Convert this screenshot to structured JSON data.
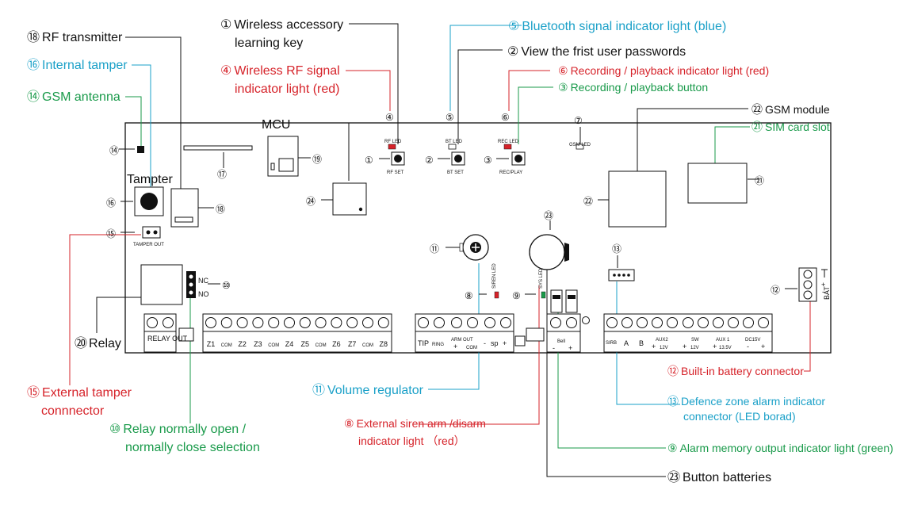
{
  "colors": {
    "black": "#111111",
    "red": "#d6232a",
    "blue": "#1aa0c8",
    "green": "#199a4a"
  },
  "callouts": {
    "c1": {
      "num": "①",
      "text": "Wireless accessory",
      "text2": "learning key"
    },
    "c2": {
      "num": "②",
      "text": "View the frist user passwords"
    },
    "c3": {
      "num": "③",
      "text": "Recording / playback button"
    },
    "c4": {
      "num": "④",
      "text": "Wireless RF signal",
      "text2": "indicator light (red)"
    },
    "c5": {
      "num": "⑤",
      "text": "Bluetooth signal indicator light (blue)"
    },
    "c6": {
      "num": "⑥",
      "text": "Recording / playback indicator light (red)"
    },
    "c8": {
      "num": "⑧",
      "text": "External siren arm /disarm",
      "text2": "indicator light （red）"
    },
    "c9": {
      "num": "⑨",
      "text": "Alarm memory output indicator light (green)"
    },
    "c10": {
      "num": "⑩",
      "text": "Relay normally open /",
      "text2": "normally close selection"
    },
    "c11": {
      "num": "⑪",
      "text": "Volume regulator"
    },
    "c12": {
      "num": "⑫",
      "text": "Built-in battery connector"
    },
    "c13": {
      "num": "⑬",
      "text": "Defence zone alarm indicator",
      "text2": "connector (LED borad)"
    },
    "c14": {
      "num": "⑭",
      "text": "GSM antenna"
    },
    "c15": {
      "num": "⑮",
      "text": "External tamper",
      "text2": "connnector"
    },
    "c16": {
      "num": "⑯",
      "text": "Internal tamper"
    },
    "c18": {
      "num": "⑱",
      "text": "RF transmitter"
    },
    "c20": {
      "num": "⑳",
      "text": "Relay"
    },
    "c21": {
      "num": "㉑",
      "text": "SIM card slot"
    },
    "c22": {
      "num": "㉒",
      "text": "GSM module"
    },
    "c23": {
      "num": "㉓",
      "text": "Button batteries"
    },
    "mcu": {
      "text": "MCU"
    }
  },
  "board": {
    "tampter": "Tampter",
    "tamper_out": "TAMPER OUT",
    "nc": "NC",
    "no": "NO",
    "rf_led": "RF LED",
    "bt_led": "BT LED",
    "rec_led": "REC LED",
    "gsm_led": "GSM LED",
    "rf_set": "RF SET",
    "bt_set": "BT SET",
    "rec_play": "REC/PLAY",
    "siren_led": "SIREN LED",
    "sys_led": "SYS LED",
    "bat": "BAT",
    "plus": "+",
    "minus": "-"
  },
  "markers": [
    "①",
    "②",
    "③",
    "④",
    "⑤",
    "⑥",
    "⑦",
    "⑧",
    "⑨",
    "⑩",
    "⑪",
    "⑫",
    "⑬",
    "⑭",
    "⑮",
    "⑯",
    "⑰",
    "⑱",
    "⑲",
    "㉒",
    "㉑",
    "㉓",
    "㉔"
  ],
  "terminals": {
    "relay_out": "RELAY OUT",
    "zones": [
      "Z1",
      "COM",
      "Z2",
      "Z3",
      "COM",
      "Z4",
      "Z5",
      "COM",
      "Z6",
      "Z7",
      "COM",
      "Z8"
    ],
    "tip": "TIP",
    "ring": "RING",
    "arm_out": "ARM OUT",
    "arm_com": "COM",
    "sp": "sp",
    "bell": "Bell",
    "sirb": "SIRB",
    "a": "A",
    "b": "B",
    "aux2": "AUX2",
    "aux2_v": "12V",
    "sw": "SW",
    "sw_v": "12V",
    "aux1": "AUX 1",
    "aux1_v": "13.5V",
    "dc15v": "DC15V"
  }
}
